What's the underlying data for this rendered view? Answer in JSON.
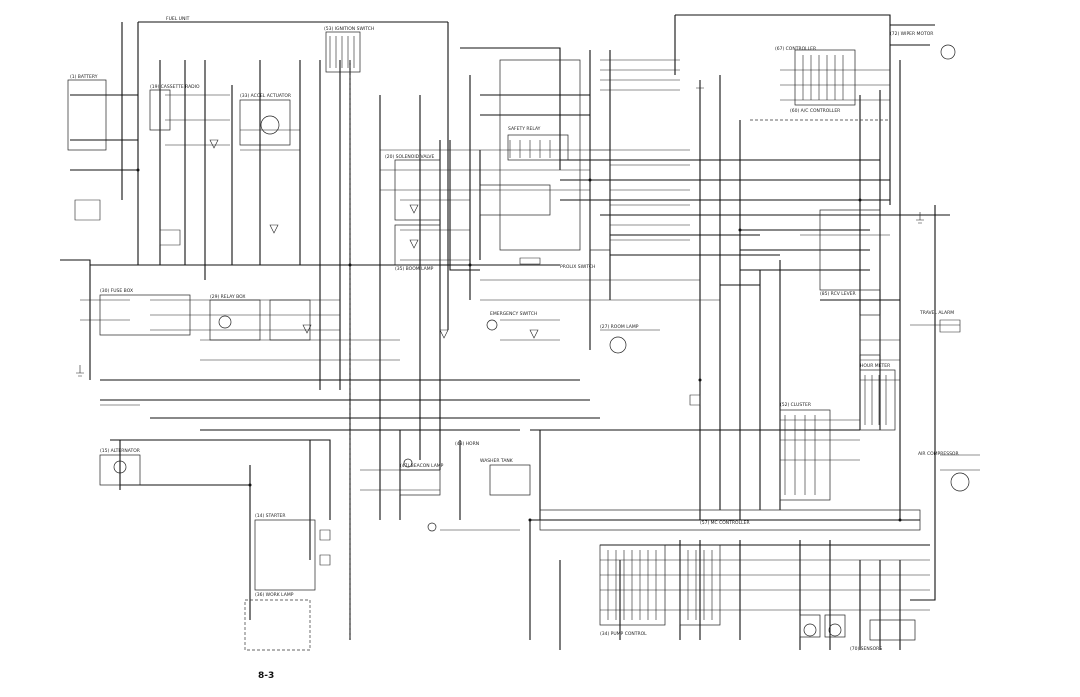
{
  "page": {
    "page_number": "8-3"
  },
  "labels": {
    "fuel_unit": "FUEL UNIT",
    "ignition_top": "(53) IGNITION SWITCH",
    "ac_controller": "(60) A/C CONTROLLER",
    "controller": "(67) CONTROLLER",
    "wiper_motor": "(72) WIPER MOTOR",
    "air_compressor": "AIR COMPRESSOR",
    "solenoid_valve": "(20) SOLENOID VALVE",
    "safety_relay": "SAFETY RELAY",
    "fuse_box": "(30) FUSE BOX",
    "cluster": "(52) CLUSTER",
    "mcu": "(57) MC CONTROLLER",
    "alternator": "(15) ALTERNATOR",
    "starter": "(14) STARTER",
    "battery": "(1) BATTERY",
    "work_lamp": "(36) WORK LAMP",
    "travel_alarm": "TRAVEL ALARM",
    "horn": "(48) HORN",
    "beacon": "(47) BEACON LAMP",
    "room_lamp": "(27) ROOM LAMP",
    "rcv_lever": "(85) RCV LEVER",
    "relay_box": "(29) RELAY BOX",
    "hour_meter": "HOUR METER",
    "washer_tank": "WASHER TANK",
    "cassette_radio": "(19) CASSETTE RADIO",
    "accel_actuator": "(33) ACCEL ACTUATOR",
    "pump_control": "(34) PUMP CONTROL",
    "emergency_switch": "EMERGENCY SWITCH",
    "boom_lamp": "(35) BOOM LAMP",
    "prolix_switch": "PROLIX SWITCH",
    "sensor_group": "(70) SENSORS"
  }
}
